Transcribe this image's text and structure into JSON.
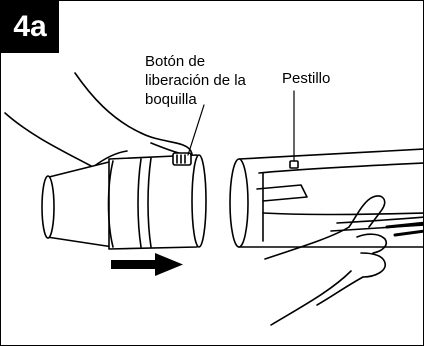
{
  "figure": {
    "step_label": "4a",
    "callouts": {
      "nozzle_release_lines": [
        "Botón de",
        "liberación de la",
        "boquilla"
      ],
      "latch": "Pestillo"
    }
  }
}
